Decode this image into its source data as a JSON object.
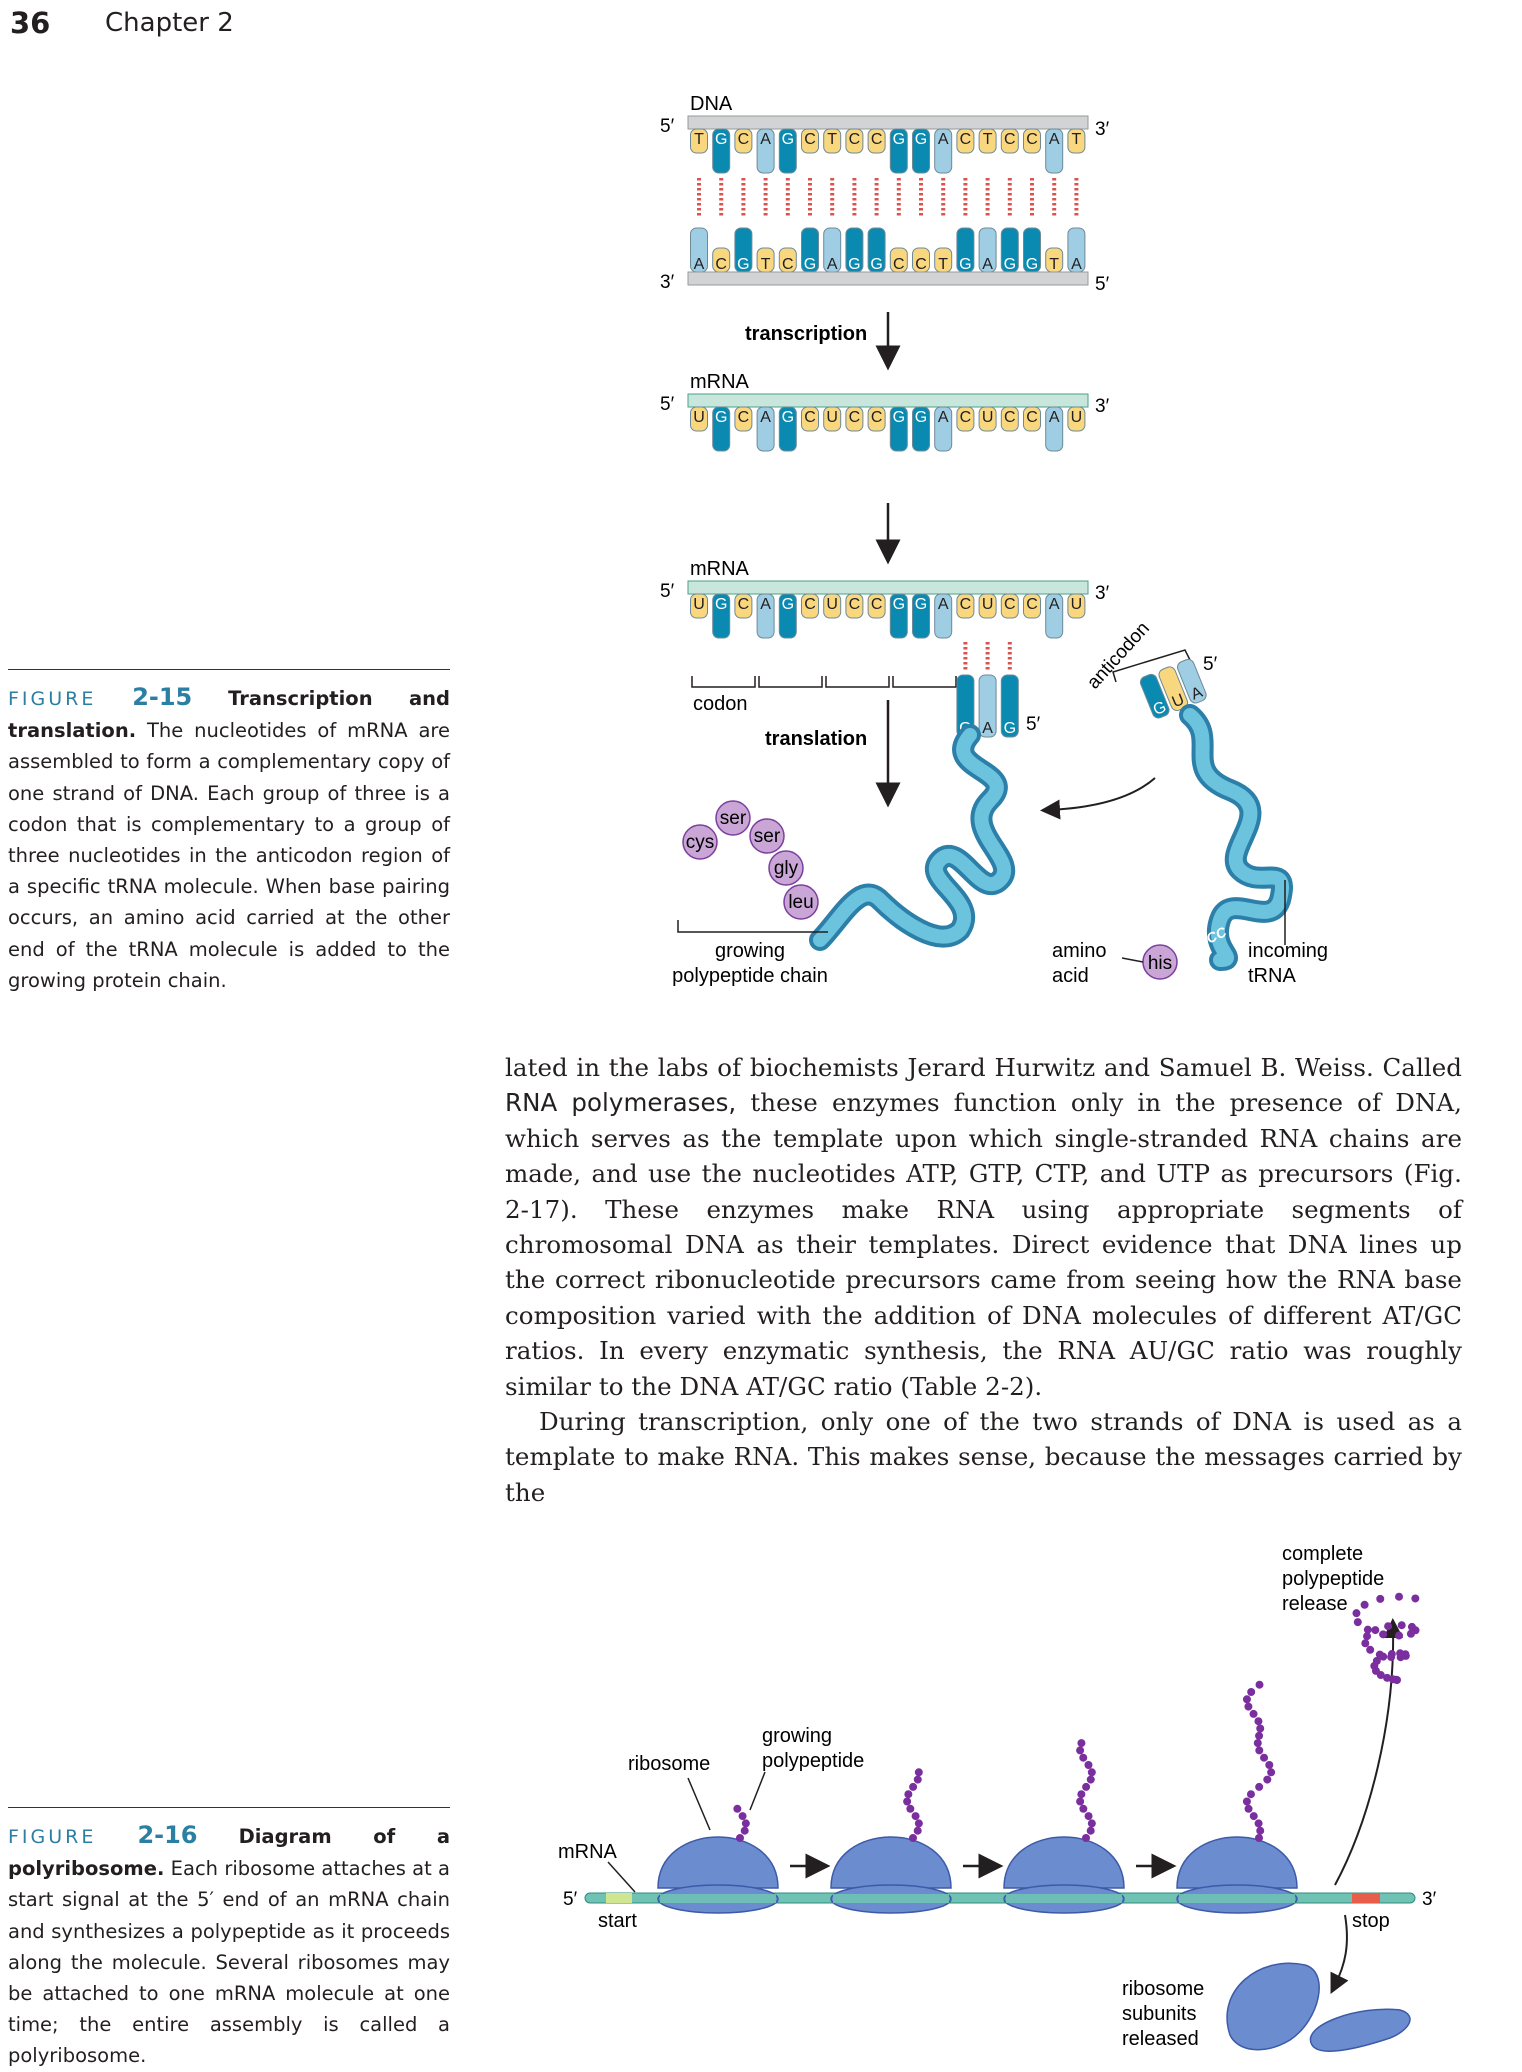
{
  "header": {
    "page_number": "36",
    "running_head": "Chapter 2"
  },
  "figure_2_15": {
    "label": "FIGURE",
    "number": "2-15",
    "title": "Transcription and translation.",
    "caption": "The nucleotides of mRNA are assembled to form a complementary copy of one strand of DNA. Each group of three is a codon that is complementary to a group of three nucleotides in the anticodon region of a specific tRNA molecule. When base pairing occurs, an amino acid carried at the other end of the tRNA molecule is added to the growing protein chain.",
    "diagram": {
      "dna_label": "DNA",
      "five_prime": "5′",
      "three_prime": "3′",
      "dna_top_strand": [
        "T",
        "G",
        "C",
        "A",
        "G",
        "C",
        "T",
        "C",
        "C",
        "G",
        "G",
        "A",
        "C",
        "T",
        "C",
        "C",
        "A",
        "T"
      ],
      "dna_bottom_strand": [
        "A",
        "C",
        "G",
        "T",
        "C",
        "G",
        "A",
        "G",
        "G",
        "C",
        "C",
        "T",
        "G",
        "A",
        "G",
        "G",
        "T",
        "A"
      ],
      "transcription_label": "transcription",
      "mrna_label": "mRNA",
      "mrna_strand": [
        "U",
        "G",
        "C",
        "A",
        "G",
        "C",
        "U",
        "C",
        "C",
        "G",
        "G",
        "A",
        "C",
        "U",
        "C",
        "C",
        "A",
        "U"
      ],
      "codon_label": "codon",
      "translation_label": "translation",
      "anticodon_label": "anticodon",
      "bound_anticodon": [
        "G",
        "A",
        "G"
      ],
      "incoming_anticodon": [
        "G",
        "U",
        "A"
      ],
      "acc_label": "ACC",
      "amino_acids": [
        "cys",
        "ser",
        "ser",
        "gly",
        "leu"
      ],
      "incoming_amino_acid": "his",
      "growing_chain_label": [
        "growing",
        "polypeptide chain"
      ],
      "amino_acid_label": [
        "amino",
        "acid"
      ],
      "incoming_trna_label": [
        "incoming",
        "tRNA"
      ],
      "colors": {
        "T": "#f9d77e",
        "U": "#f9d77e",
        "C": "#f9d77e",
        "G": "#0b8ab1",
        "A": "#9fcde3",
        "backbone": "#d1d3d4",
        "mrna_backbone": "#c8e6dc",
        "amino": "#c9a6d6"
      }
    }
  },
  "body": {
    "p1_a": "lated in the labs of biochemists Jerard Hurwitz and Samuel B. Weiss. Called",
    "p1_term": "RNA polymerases,",
    "p1_b": " these enzymes function only in the presence of DNA, which serves as the template upon which single-stranded RNA chains are made, and use the nucleotides ATP, GTP, CTP, and UTP as precursors (Fig. 2-17). These enzymes make RNA using appropriate segments of chromosomal DNA as their templates. Direct evidence that DNA lines up the correct ribonucleotide precursors came from seeing how the RNA base composition varied with the addition of DNA molecules of different AT/GC ratios. In every enzymatic synthesis, the RNA AU/GC ratio was roughly similar to the DNA AT/GC ratio (Table 2-2).",
    "p2": "During transcription, only one of the two strands of DNA is used as a template to make RNA. This makes sense, because the messages carried by the"
  },
  "figure_2_16": {
    "label": "FIGURE",
    "number": "2-16",
    "title": "Diagram of a polyribosome.",
    "caption": "Each ribosome attaches at a start signal at the 5′ end of an mRNA chain and synthesizes a polypeptide as it proceeds along the molecule. Several ribosomes may be attached to one mRNA molecule at one time; the entire assembly is called a polyribosome.",
    "diagram": {
      "ribosome_label": "ribosome",
      "growing_polypeptide_label": [
        "growing",
        "polypeptide"
      ],
      "mrna_label": "mRNA",
      "five_prime": "5′",
      "three_prime": "3′",
      "start_label": "start",
      "stop_label": "stop",
      "complete_release_label": [
        "complete",
        "polypeptide",
        "release"
      ],
      "subunits_released_label": [
        "ribosome",
        "subunits",
        "released"
      ],
      "colors": {
        "ribosome": "#6b8ccf",
        "mrna": "#6fc2b4",
        "start": "#cfe58f",
        "stop": "#e85c4a",
        "peptide": "#7b2f9e"
      }
    }
  }
}
